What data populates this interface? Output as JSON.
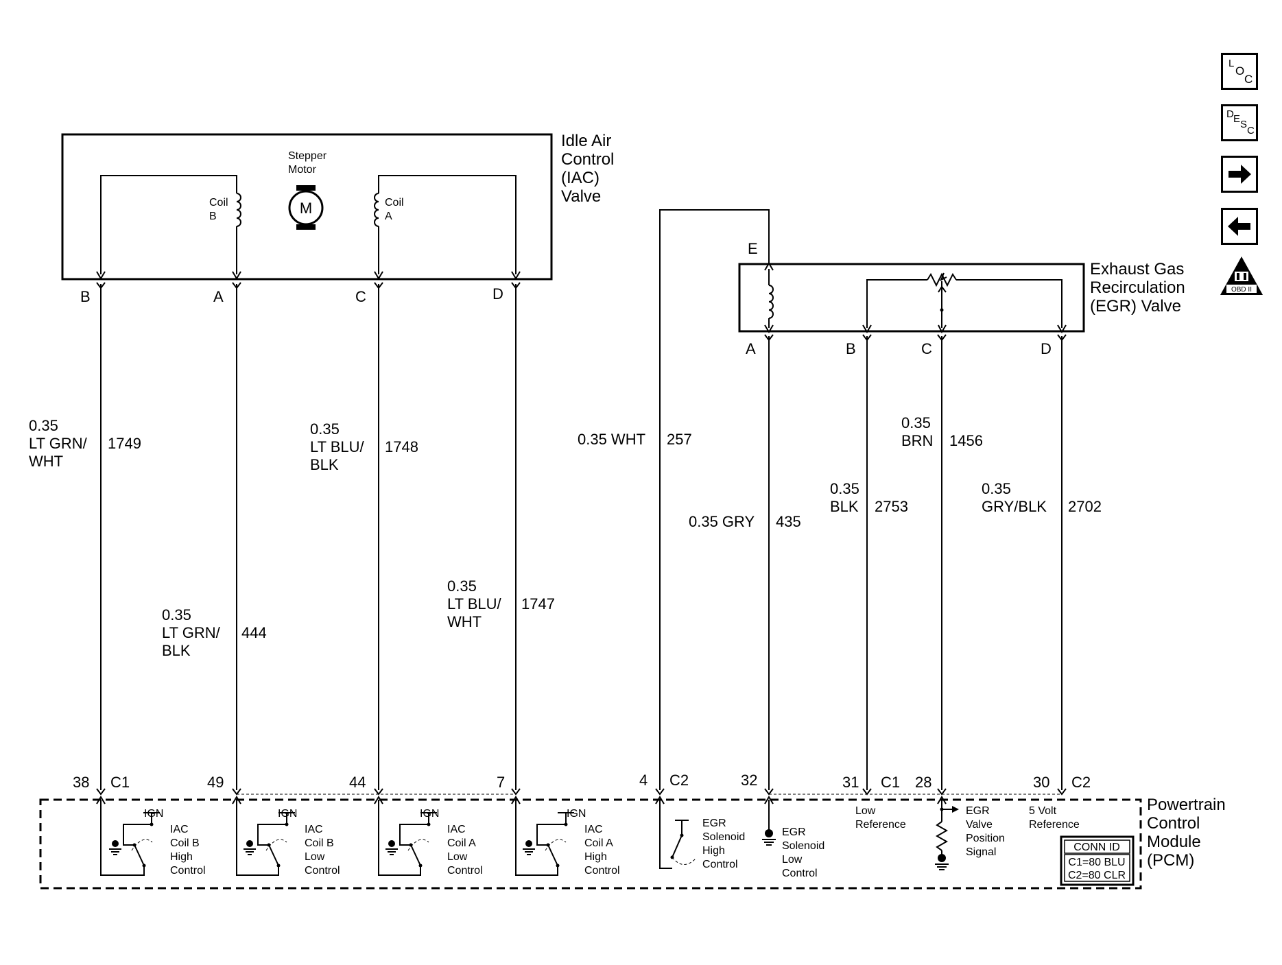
{
  "nav": {
    "loc": {
      "l1": "L",
      "l2": "O",
      "l3": "C"
    },
    "desc": {
      "l1": "D",
      "l2": "E",
      "l3": "S",
      "l4": "C"
    },
    "obd_label": "OBD II"
  },
  "iac": {
    "title": [
      "Idle Air",
      "Control",
      "(IAC)",
      "Valve"
    ],
    "stepper_label": [
      "Stepper",
      "Motor"
    ],
    "motor_symbol": "M",
    "coil_b": [
      "Coil",
      "B"
    ],
    "coil_a": [
      "Coil",
      "A"
    ],
    "pins": [
      "B",
      "A",
      "C",
      "D"
    ]
  },
  "egr": {
    "title": [
      "Exhaust Gas",
      "Recirculation",
      "(EGR) Valve"
    ],
    "pin_e": "E",
    "pins": [
      "A",
      "B",
      "C",
      "D"
    ]
  },
  "wires": [
    {
      "gauge": "0.35",
      "color": [
        "LT GRN/",
        "WHT"
      ],
      "circuit": "1749"
    },
    {
      "gauge": "0.35",
      "color": [
        "LT GRN/",
        "BLK"
      ],
      "circuit": "444"
    },
    {
      "gauge": "0.35",
      "color": [
        "LT BLU/",
        "BLK"
      ],
      "circuit": "1748"
    },
    {
      "gauge": "0.35",
      "color": [
        "LT BLU/",
        "WHT"
      ],
      "circuit": "1747"
    },
    {
      "label": "0.35 WHT",
      "circuit": "257"
    },
    {
      "label": "0.35 GRY",
      "circuit": "435"
    },
    {
      "gauge": "0.35",
      "color": [
        "BLK"
      ],
      "circuit": "2753"
    },
    {
      "gauge": "0.35",
      "color": [
        "BRN"
      ],
      "circuit": "1456"
    },
    {
      "gauge": "0.35",
      "color": [
        "GRY/BLK"
      ],
      "circuit": "2702"
    }
  ],
  "pcm": {
    "title": [
      "Powertrain",
      "Control",
      "Module",
      "(PCM)"
    ],
    "pin_numbers": [
      "38",
      "49",
      "44",
      "7",
      "4",
      "32",
      "31",
      "28",
      "30"
    ],
    "connectors": [
      "C1",
      "C2",
      "C1",
      "C2"
    ],
    "ign": "IGN",
    "drivers": [
      [
        "IAC",
        "Coil B",
        "High",
        "Control"
      ],
      [
        "IAC",
        "Coil B",
        "Low",
        "Control"
      ],
      [
        "IAC",
        "Coil A",
        "Low",
        "Control"
      ],
      [
        "IAC",
        "Coil A",
        "High",
        "Control"
      ]
    ],
    "egr_high": [
      "EGR",
      "Solenoid",
      "High",
      "Control"
    ],
    "egr_low": [
      "EGR",
      "Solenoid",
      "Low",
      "Control"
    ],
    "low_ref": [
      "Low",
      "Reference"
    ],
    "egr_pos": [
      "EGR",
      "Valve",
      "Position",
      "Signal"
    ],
    "five_volt": [
      "5 Volt",
      "Reference"
    ],
    "conn_id": {
      "title": "CONN ID",
      "c1": "C1=80 BLU",
      "c2": "C2=80 CLR"
    }
  }
}
